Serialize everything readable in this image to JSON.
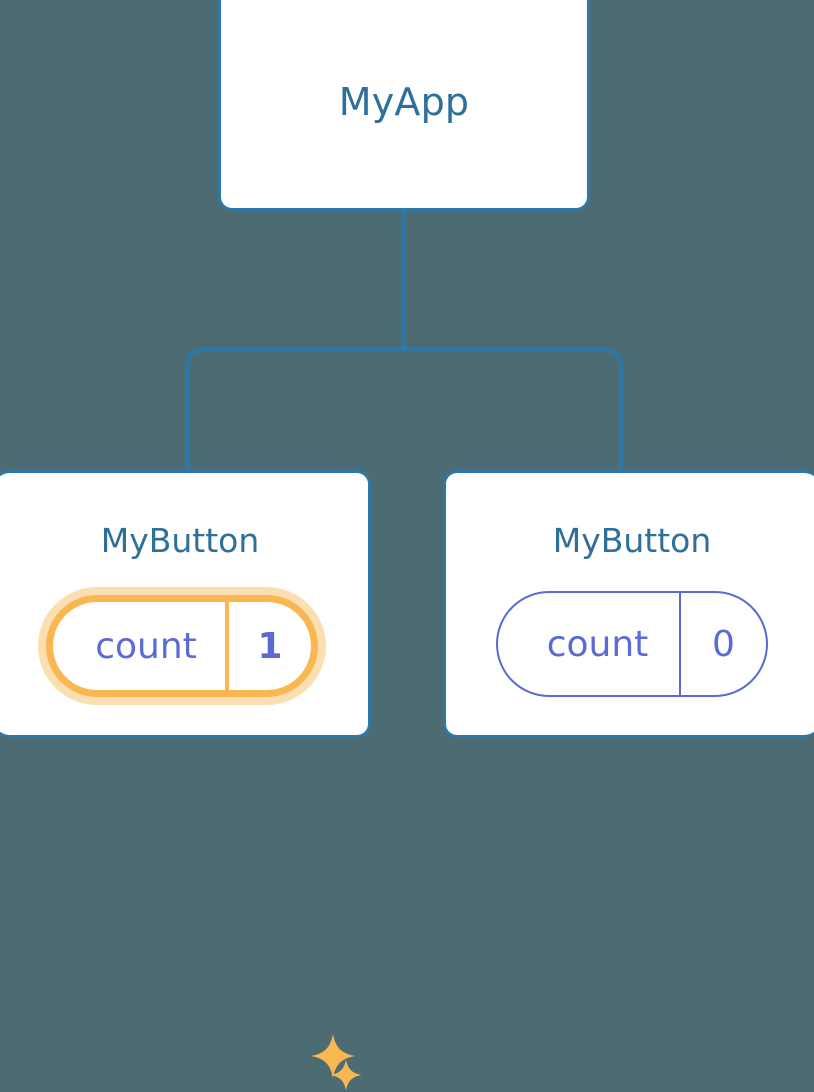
{
  "theme": {
    "background": "#4d6b73",
    "card_bg": "#ffffff",
    "card_border": "#2e78a8",
    "connector": "#2e78a8",
    "title_text": "#2e7099",
    "state_text": "#5c6ad4",
    "highlight_border": "#f9b751",
    "highlight_glow": "#fbdfb3",
    "sparkle": "#f9b751"
  },
  "diagram": {
    "type": "component-tree",
    "root": {
      "name": "root-node",
      "title": "MyApp"
    },
    "children": [
      {
        "name": "child-node-left",
        "title": "MyButton",
        "state": {
          "key": "count",
          "value": "1"
        },
        "highlighted": true,
        "sparkles": 2
      },
      {
        "name": "child-node-right",
        "title": "MyButton",
        "state": {
          "key": "count",
          "value": "0"
        },
        "highlighted": false,
        "sparkles": 0
      }
    ]
  }
}
